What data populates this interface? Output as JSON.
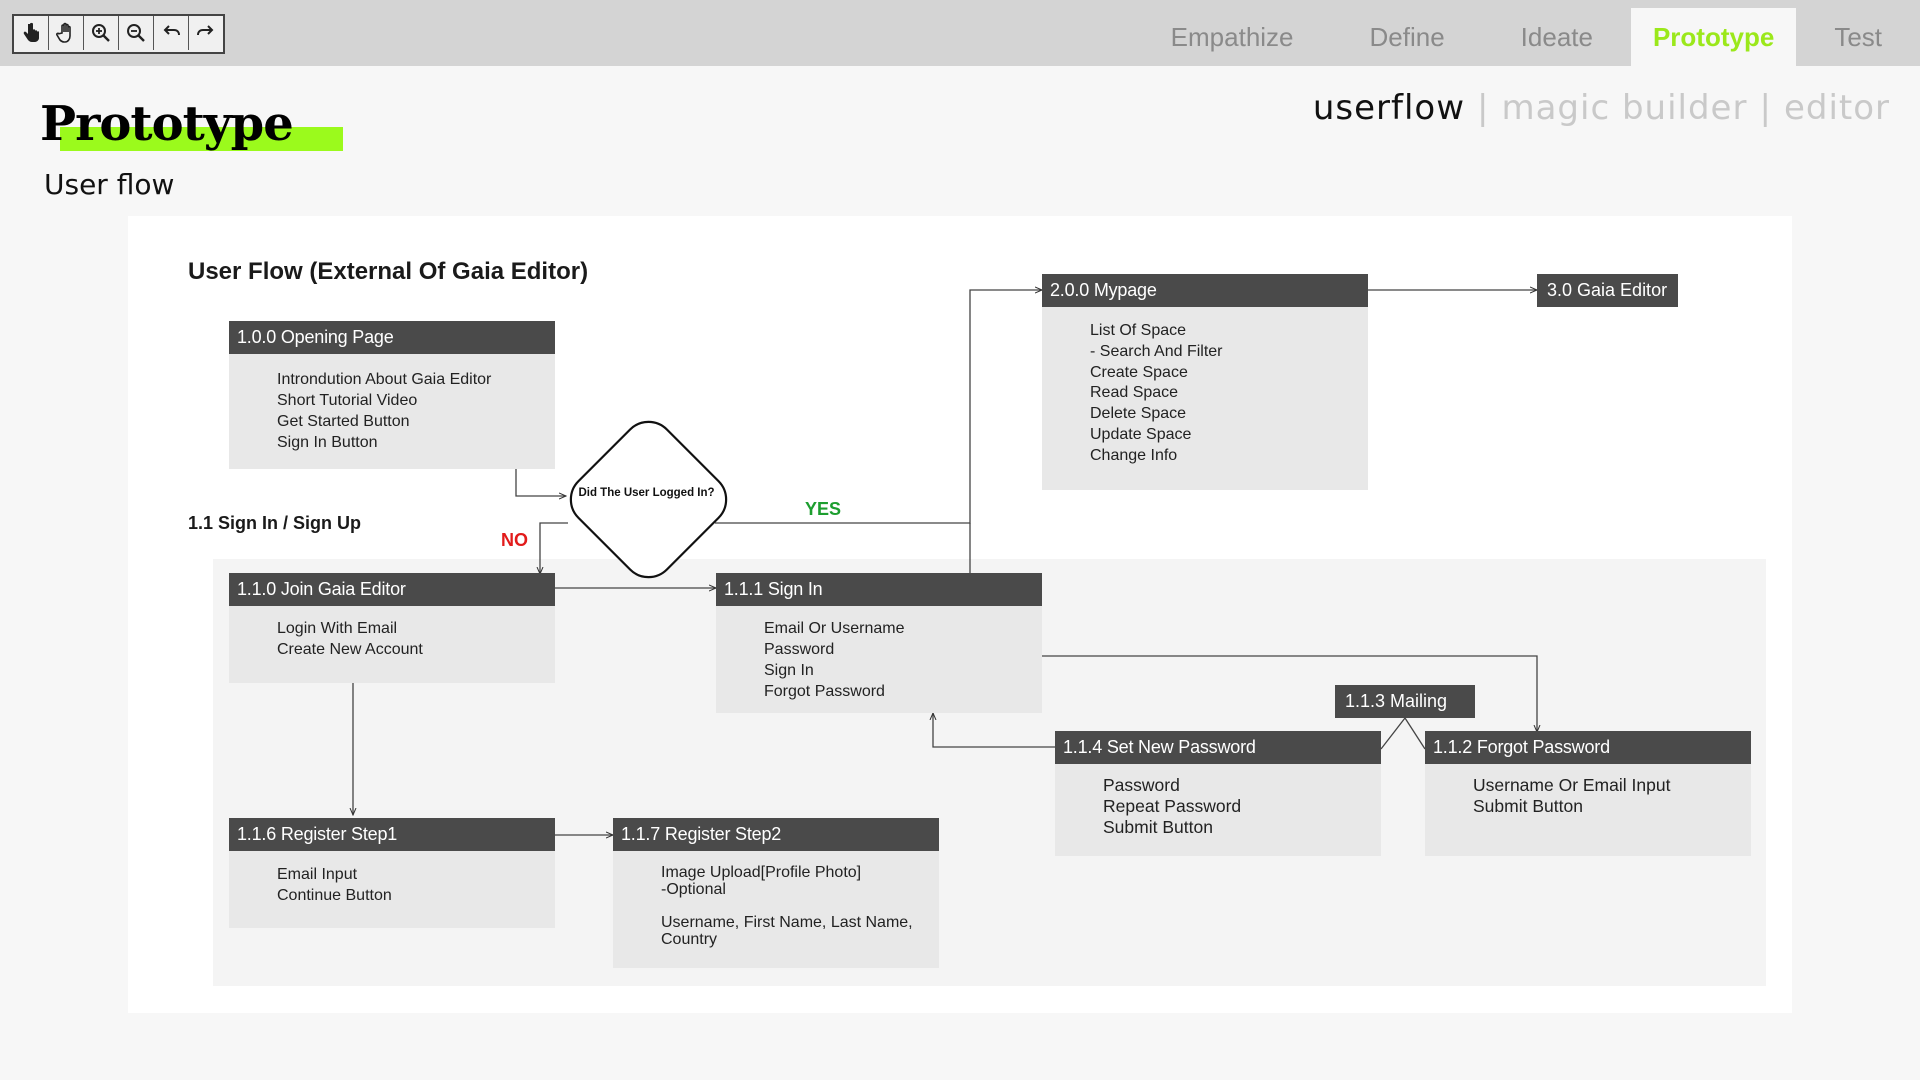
{
  "toolbar": {
    "tools": [
      "pointer-hand-icon",
      "pan-hand-icon",
      "zoom-in-icon",
      "zoom-out-icon",
      "undo-icon",
      "redo-icon"
    ]
  },
  "nav": {
    "tabs": [
      "Empathize",
      "Define",
      "Ideate",
      "Prototype",
      "Test"
    ],
    "active": "Prototype",
    "active_color": "#9be81b"
  },
  "page": {
    "title": "Prototype",
    "subtitle": "User flow",
    "highlight_color": "#9bfa1c"
  },
  "subnav": {
    "items": [
      "userflow",
      "magic builder",
      "editor"
    ],
    "separator": "|",
    "active": "userflow"
  },
  "diagram": {
    "title": "User Flow (External Of Gaia Editor)",
    "section_label": "1.1 Sign In / Sign Up",
    "decision": "Did The User Logged In?",
    "yes": "YES",
    "no": "NO",
    "boxes": {
      "opening": {
        "title": "1.0.0 Opening Page",
        "items": [
          "Introndution About Gaia Editor",
          "Short Tutorial Video",
          "Get Started Button",
          "Sign In Button"
        ]
      },
      "mypage": {
        "title": "2.0.0 Mypage",
        "items": [
          "List Of Space",
          "- Search And Filter",
          "Create Space",
          "Read Space",
          "Delete Space",
          "Update Space",
          "Change Info"
        ]
      },
      "editor": {
        "title": "3.0 Gaia Editor"
      },
      "join": {
        "title": "1.1.0 Join Gaia Editor",
        "items": [
          "Login With Email",
          "Create New Account"
        ]
      },
      "signin": {
        "title": "1.1.1 Sign In",
        "items": [
          "Email Or Username",
          "Password",
          "Sign In",
          "Forgot Password"
        ]
      },
      "mailing": {
        "title": "1.1.3  Mailing"
      },
      "setpw": {
        "title": "1.1.4 Set New Password",
        "items": [
          "Password",
          "Repeat Password",
          "Submit Button"
        ]
      },
      "forgot": {
        "title": "1.1.2 Forgot Password",
        "items": [
          "Username Or Email Input",
          "Submit Button"
        ]
      },
      "reg1": {
        "title": "1.1.6 Register Step1",
        "items": [
          "Email Input",
          "Continue Button"
        ]
      },
      "reg2": {
        "title": "1.1.7 Register Step2",
        "items": [
          "Image Upload[Profile Photo]",
          "-Optional",
          "",
          "Username, First Name, Last Name,",
          "Country"
        ]
      }
    }
  }
}
